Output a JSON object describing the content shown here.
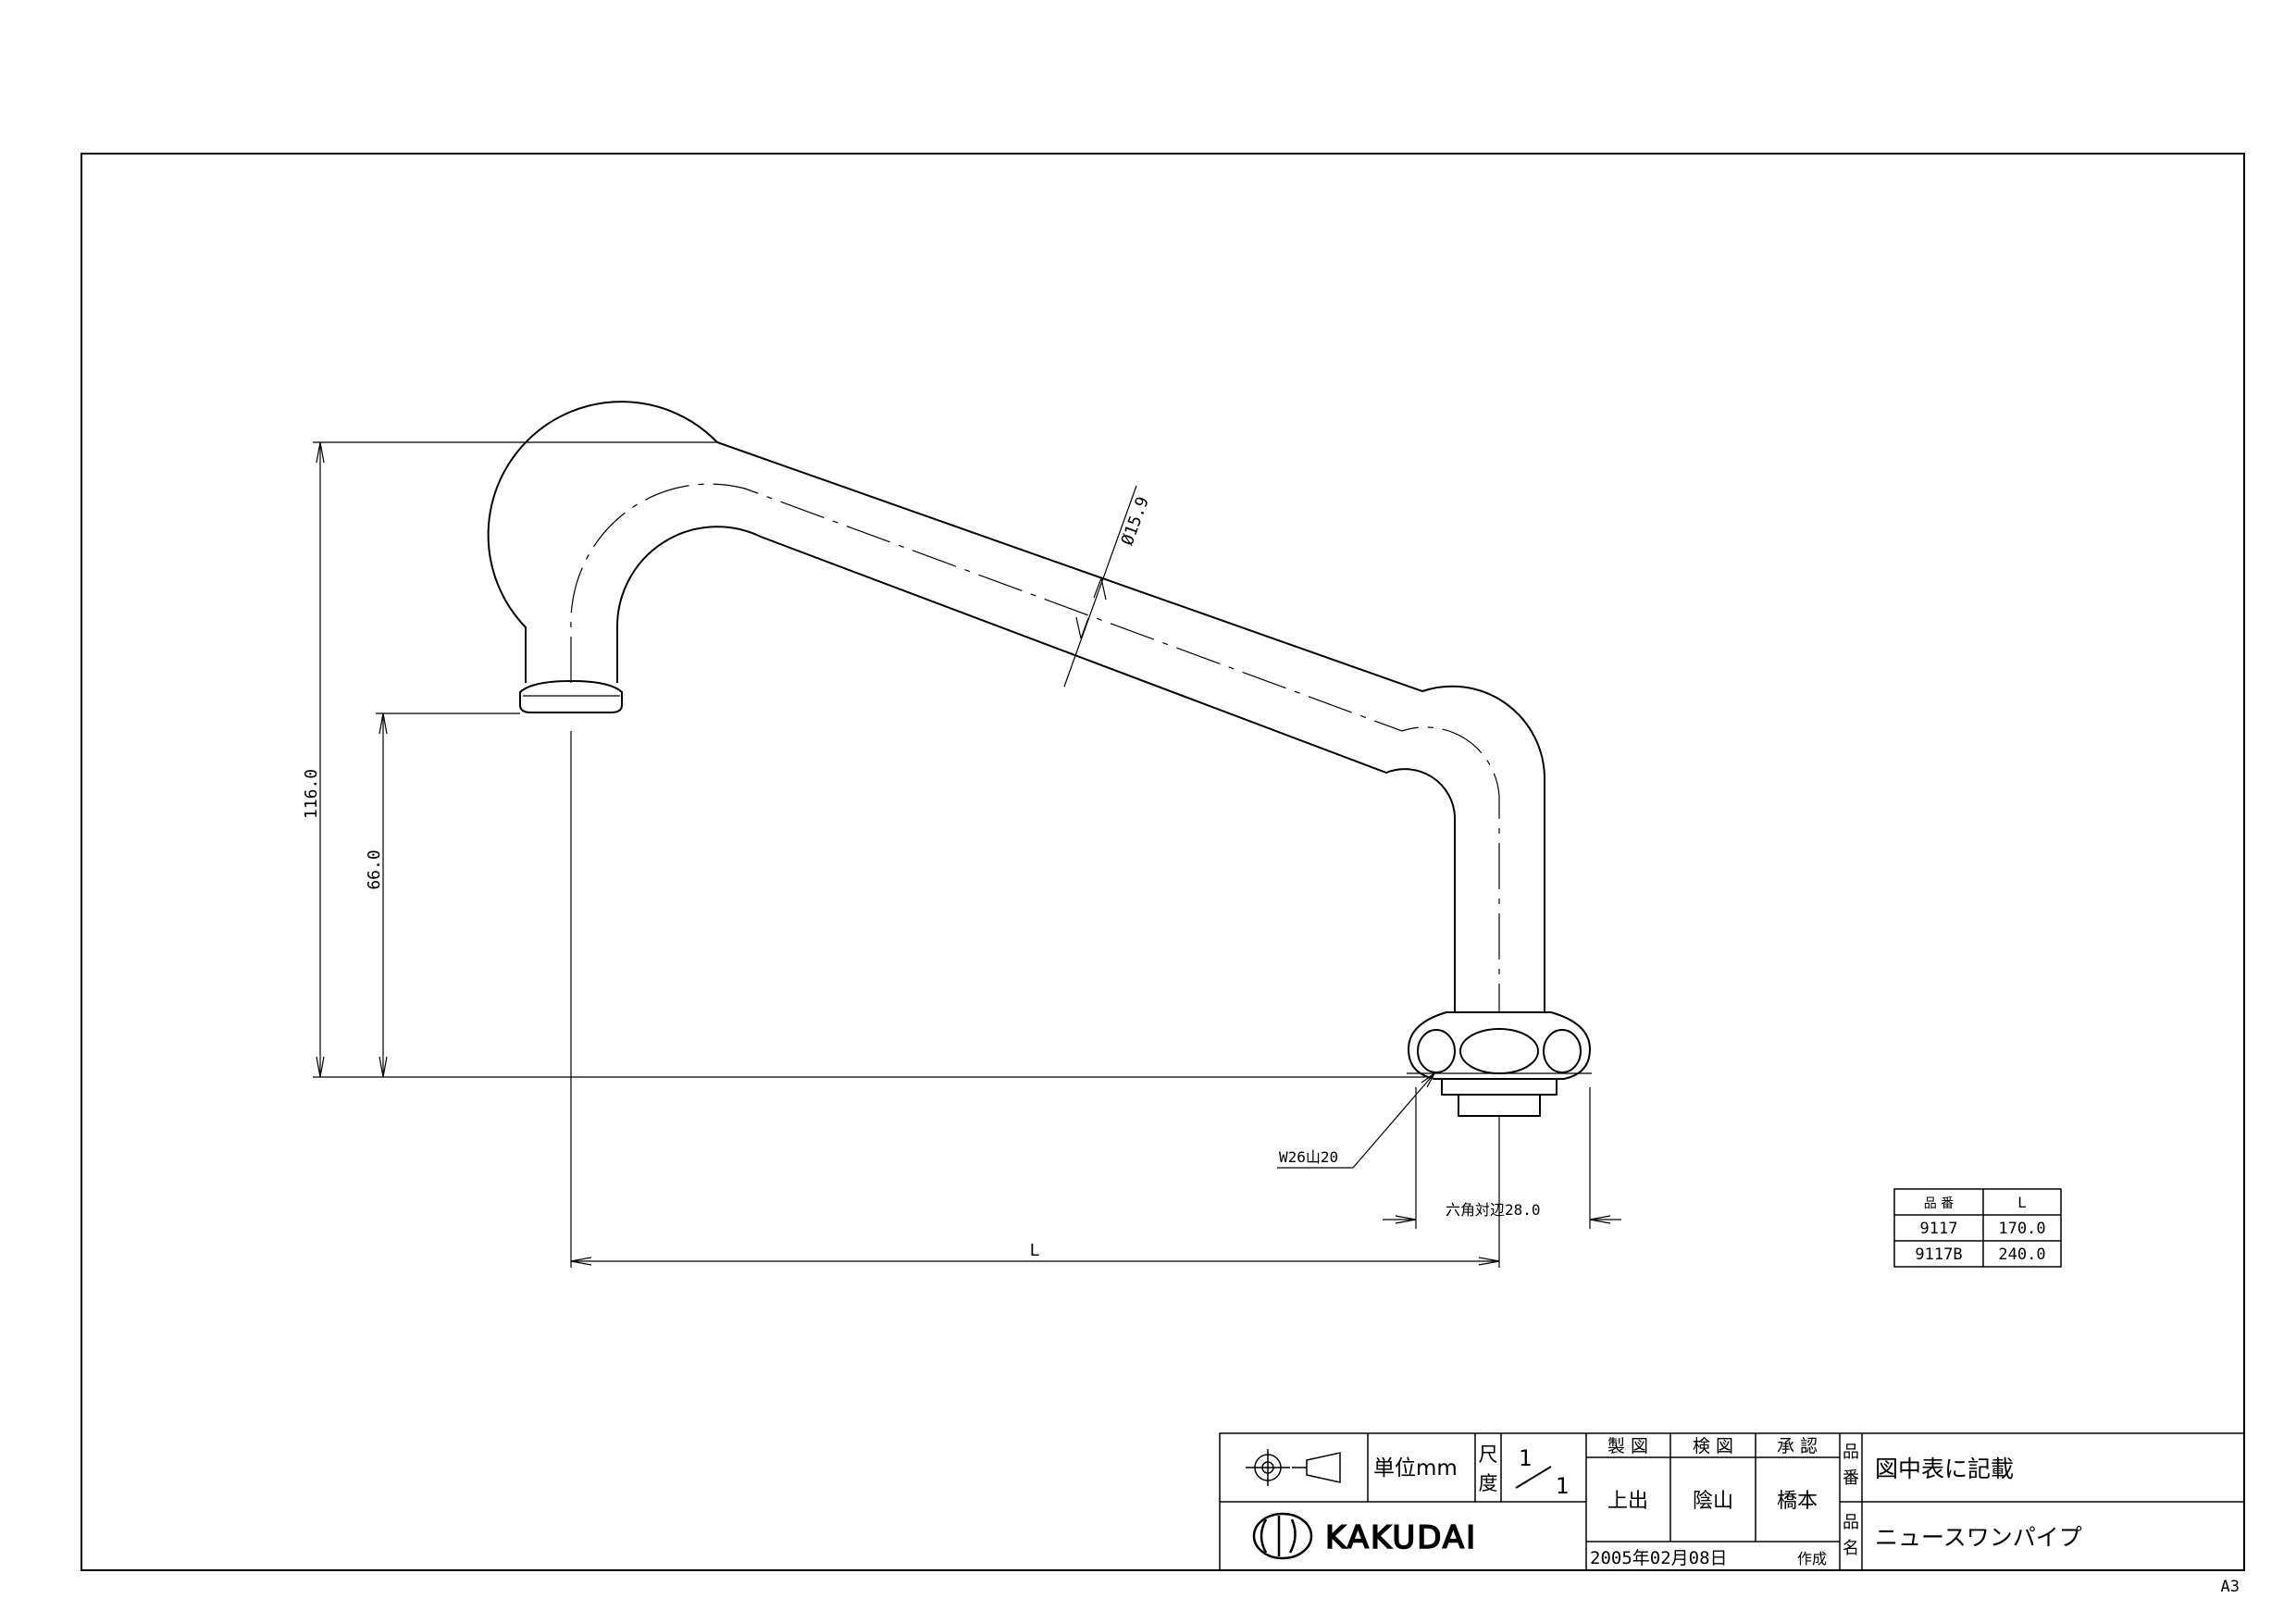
{
  "drawing": {
    "dimensions": {
      "overall_height": "116.0",
      "outlet_height": "66.0",
      "pipe_diameter": "Ø15.9",
      "thread": "W26山20",
      "hex_across_flats": "六角対辺28.0",
      "length": "L"
    }
  },
  "parts_table": {
    "headers": [
      "品 番",
      "L"
    ],
    "rows": [
      [
        "9117",
        "170.0"
      ],
      [
        "9117B",
        "240.0"
      ]
    ]
  },
  "title_block": {
    "unit": "単位mm",
    "scale_label_1": "尺",
    "scale_label_2": "度",
    "scale_num": "1",
    "scale_den": "1",
    "headers": [
      "製 図",
      "検 図",
      "承 認"
    ],
    "names": [
      "上出",
      "陰山",
      "橋本"
    ],
    "part_no_label_1": "品",
    "part_no_label_2": "番",
    "part_no_value": "図中表に記載",
    "name_label_1": "品",
    "name_label_2": "名",
    "name_value": "ニュースワンパイプ",
    "date": "2005年02月08日",
    "created": "作成",
    "logo_text": "KAKUDAI",
    "sheet_size": "A3"
  }
}
